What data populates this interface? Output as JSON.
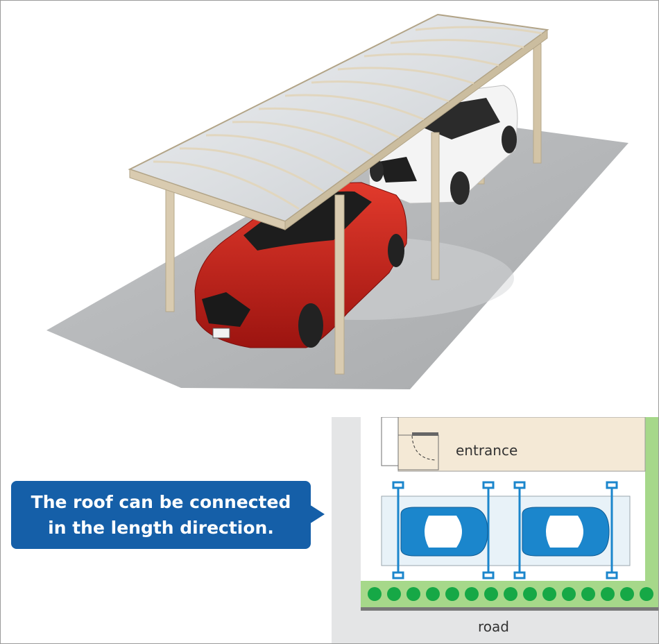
{
  "callout": {
    "line1": "The roof can be connected",
    "line2": "in the length direction."
  },
  "plan": {
    "entrance_label": "entrance",
    "road_label": "road"
  },
  "icons": {
    "car_top_view": "car-top-view-icon",
    "door": "door-icon",
    "shrub": "shrub-icon",
    "post": "carport-post-icon"
  },
  "colors": {
    "callout_bg": "#155fa8",
    "car_blue": "#1b86cc",
    "shrub_green": "#16a846",
    "lawn_green": "#a6d88a",
    "house_beige": "#f4e9d6",
    "ground_gray": "#e4e5e6",
    "frame_beige": "#d9cbb0",
    "car_red": "#c41f1a",
    "car_white": "#f3f3f3"
  }
}
